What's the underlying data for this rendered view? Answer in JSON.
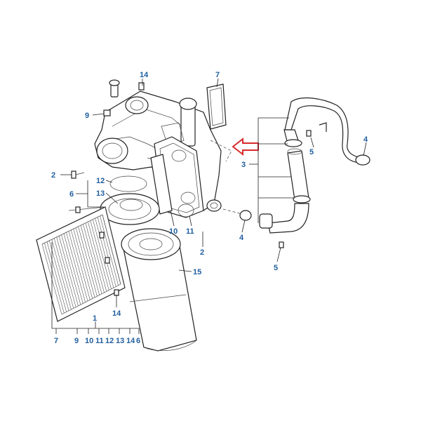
{
  "diagram": {
    "callouts": [
      {
        "id": "c14a",
        "text": "14"
      },
      {
        "id": "c7a",
        "text": "7"
      },
      {
        "id": "c9a",
        "text": "9"
      },
      {
        "id": "c5a",
        "text": "5"
      },
      {
        "id": "c4a",
        "text": "4"
      },
      {
        "id": "c3",
        "text": "3"
      },
      {
        "id": "c2a",
        "text": "2"
      },
      {
        "id": "c12",
        "text": "12"
      },
      {
        "id": "c6",
        "text": "6"
      },
      {
        "id": "c13",
        "text": "13"
      },
      {
        "id": "c10",
        "text": "10"
      },
      {
        "id": "c11",
        "text": "11"
      },
      {
        "id": "c2b",
        "text": "2"
      },
      {
        "id": "c4b",
        "text": "4"
      },
      {
        "id": "c5b",
        "text": "5"
      },
      {
        "id": "c15",
        "text": "15"
      },
      {
        "id": "c14b",
        "text": "14"
      },
      {
        "id": "c1",
        "text": "1"
      }
    ],
    "bottom_row": [
      "7",
      "9",
      "10",
      "11",
      "12",
      "13",
      "14",
      "6"
    ],
    "arrow_color": "#d9292b",
    "callout_color": "#1f5e9e"
  }
}
